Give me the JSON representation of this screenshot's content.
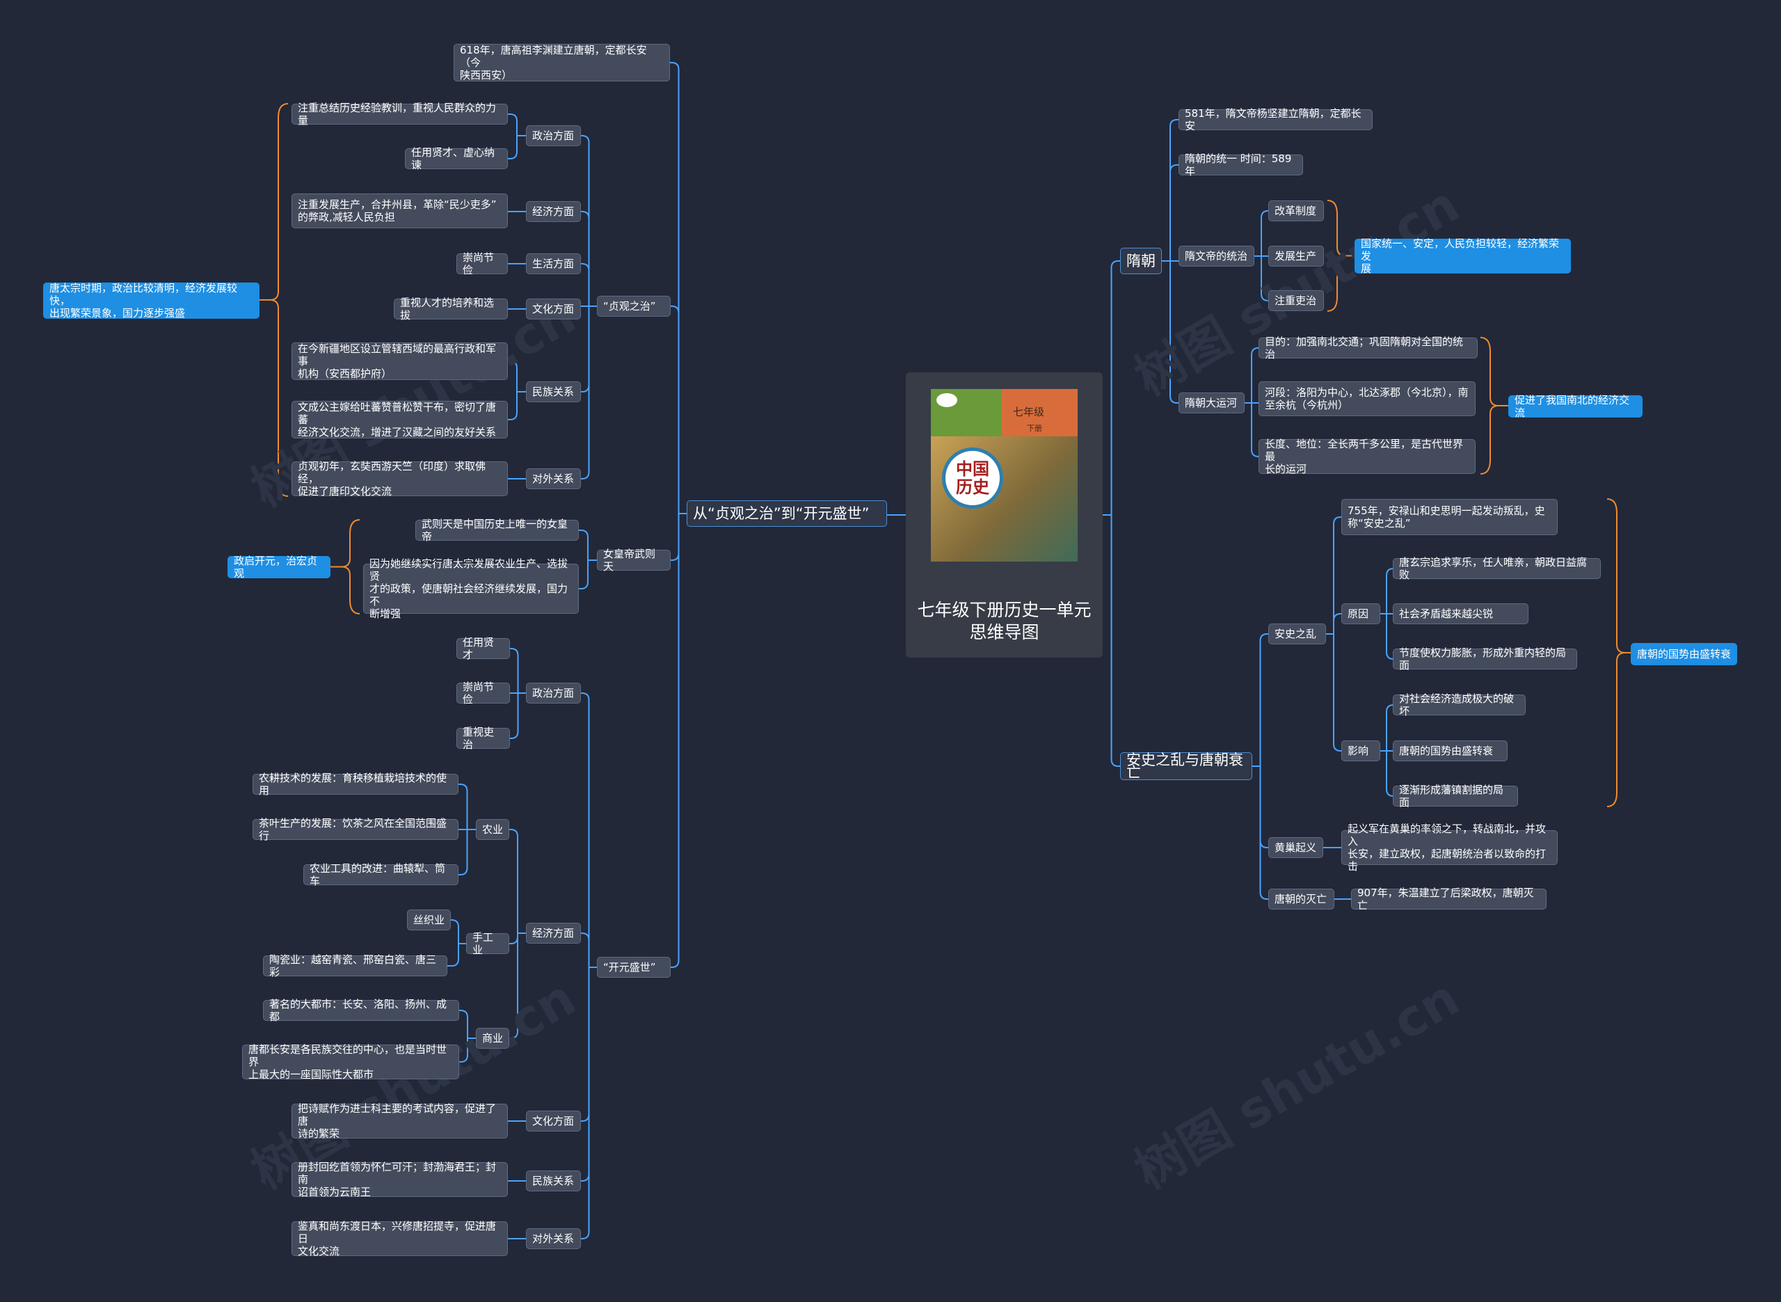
{
  "root": {
    "title": "七年级下册历史一单元\n思维导图",
    "cover_grade": "七年级",
    "cover_volume": "下册",
    "cover_subject": "中国\n历史"
  },
  "watermark": "树图 shutu.cn",
  "nodes": [
    {
      "id": "L1",
      "text": "从“贞观之治”到“开元盛世”"
    },
    {
      "id": "L2",
      "text": "618年，唐高祖李渊建立唐朝，定都长安（今\n陕西西安）"
    },
    {
      "id": "L3",
      "text": "“贞观之治”"
    },
    {
      "id": "L4",
      "text": "政治方面"
    },
    {
      "id": "L5",
      "text": "注重总结历史经验教训，重视人民群众的力量"
    },
    {
      "id": "L6",
      "text": "任用贤才、虚心纳谏"
    },
    {
      "id": "L7",
      "text": "经济方面"
    },
    {
      "id": "L8",
      "text": "注重发展生产，合并州县，革除“民少吏多”\n的弊政,减轻人民负担"
    },
    {
      "id": "L9",
      "text": "生活方面"
    },
    {
      "id": "L10",
      "text": "崇尚节俭"
    },
    {
      "id": "L11",
      "text": "文化方面"
    },
    {
      "id": "L12",
      "text": "重视人才的培养和选拔"
    },
    {
      "id": "L13",
      "text": "民族关系"
    },
    {
      "id": "L14",
      "text": "在今新疆地区设立管辖西域的最高行政和军事\n机构（安西都护府）"
    },
    {
      "id": "L15",
      "text": "文成公主嫁给吐蕃赞普松赞干布，密切了唐蕃\n经济文化交流，增进了汉藏之间的友好关系"
    },
    {
      "id": "L16",
      "text": "对外关系"
    },
    {
      "id": "L17",
      "text": "贞观初年，玄奘西游天竺（印度）求取佛经，\n促进了唐印文化交流"
    },
    {
      "id": "L18",
      "text": "唐太宗时期，政治比较清明，经济发展较快，\n出现繁荣景象，国力逐步强盛"
    },
    {
      "id": "L19",
      "text": "女皇帝武则天"
    },
    {
      "id": "L20",
      "text": "武则天是中国历史上唯一的女皇帝"
    },
    {
      "id": "L21",
      "text": "因为她继续实行唐太宗发展农业生产、选拔贤\n才的政策，使唐朝社会经济继续发展，国力不\n断增强"
    },
    {
      "id": "L22",
      "text": "政启开元，治宏贞观"
    },
    {
      "id": "L23",
      "text": "“开元盛世”"
    },
    {
      "id": "L24",
      "text": "政治方面"
    },
    {
      "id": "L25",
      "text": "任用贤才"
    },
    {
      "id": "L26",
      "text": "崇尚节俭"
    },
    {
      "id": "L27",
      "text": "重视吏治"
    },
    {
      "id": "L28",
      "text": "经济方面"
    },
    {
      "id": "L29",
      "text": "农业"
    },
    {
      "id": "L30",
      "text": "农耕技术的发展：育秧移植栽培技术的使用"
    },
    {
      "id": "L31",
      "text": "茶叶生产的发展：饮茶之风在全国范围盛行"
    },
    {
      "id": "L32",
      "text": "农业工具的改进：曲辕犁、筒车"
    },
    {
      "id": "L33",
      "text": "手工业"
    },
    {
      "id": "L34",
      "text": "丝织业"
    },
    {
      "id": "L35",
      "text": "陶瓷业：越窑青瓷、邢窑白瓷、唐三彩"
    },
    {
      "id": "L36",
      "text": "商业"
    },
    {
      "id": "L37",
      "text": "著名的大都市：长安、洛阳、扬州、成都"
    },
    {
      "id": "L38",
      "text": "唐都长安是各民族交往的中心，也是当时世界\n上最大的一座国际性大都市"
    },
    {
      "id": "L39",
      "text": "文化方面"
    },
    {
      "id": "L40",
      "text": "把诗赋作为进士科主要的考试内容，促进了唐\n诗的繁荣"
    },
    {
      "id": "L41",
      "text": "民族关系"
    },
    {
      "id": "L42",
      "text": "册封回纥首领为怀仁可汗；封渤海君王；封南\n诏首领为云南王"
    },
    {
      "id": "L43",
      "text": "对外关系"
    },
    {
      "id": "L44",
      "text": "鉴真和尚东渡日本，兴修唐招提寺，促进唐日\n文化交流"
    },
    {
      "id": "R1",
      "text": "隋朝"
    },
    {
      "id": "R2",
      "text": "581年，隋文帝杨坚建立隋朝，定都长安"
    },
    {
      "id": "R3",
      "text": "隋朝的统一 时间：589年"
    },
    {
      "id": "R4",
      "text": "隋文帝的统治"
    },
    {
      "id": "R5",
      "text": "改革制度"
    },
    {
      "id": "R6",
      "text": "发展生产"
    },
    {
      "id": "R7",
      "text": "注重吏治"
    },
    {
      "id": "R8",
      "text": "国家统一、安定，人民负担较轻，经济繁荣发\n展"
    },
    {
      "id": "R9",
      "text": "隋朝大运河"
    },
    {
      "id": "R10",
      "text": "目的：加强南北交通；巩固隋朝对全国的统治"
    },
    {
      "id": "R11",
      "text": "河段：洛阳为中心，北达涿郡（今北京），南\n至余杭（今杭州）"
    },
    {
      "id": "R12",
      "text": "长度、地位：全长两千多公里，是古代世界最\n长的运河"
    },
    {
      "id": "R13",
      "text": "促进了我国南北的经济交流"
    },
    {
      "id": "R14",
      "text": "安史之乱与唐朝衰亡"
    },
    {
      "id": "R15",
      "text": "安史之乱"
    },
    {
      "id": "R16",
      "text": "755年，安禄山和史思明一起发动叛乱，史\n称“安史之乱”"
    },
    {
      "id": "R17",
      "text": "原因"
    },
    {
      "id": "R18",
      "text": "唐玄宗追求享乐，任人唯亲，朝政日益腐败"
    },
    {
      "id": "R19",
      "text": "社会矛盾越来越尖锐"
    },
    {
      "id": "R20",
      "text": "节度使权力膨胀，形成外重内轻的局面"
    },
    {
      "id": "R21",
      "text": "影响"
    },
    {
      "id": "R22",
      "text": "对社会经济造成极大的破坏"
    },
    {
      "id": "R23",
      "text": "唐朝的国势由盛转衰"
    },
    {
      "id": "R24",
      "text": "逐渐形成藩镇割据的局面"
    },
    {
      "id": "R25",
      "text": "唐朝的国势由盛转衰"
    },
    {
      "id": "R26",
      "text": "黄巢起义"
    },
    {
      "id": "R27",
      "text": "起义军在黄巢的率领之下，转战南北，并攻入\n长安，建立政权，起唐朝统治者以致命的打击"
    },
    {
      "id": "R28",
      "text": "唐朝的灭亡"
    },
    {
      "id": "R29",
      "text": "907年，朱温建立了后梁政权，唐朝灭亡"
    }
  ]
}
